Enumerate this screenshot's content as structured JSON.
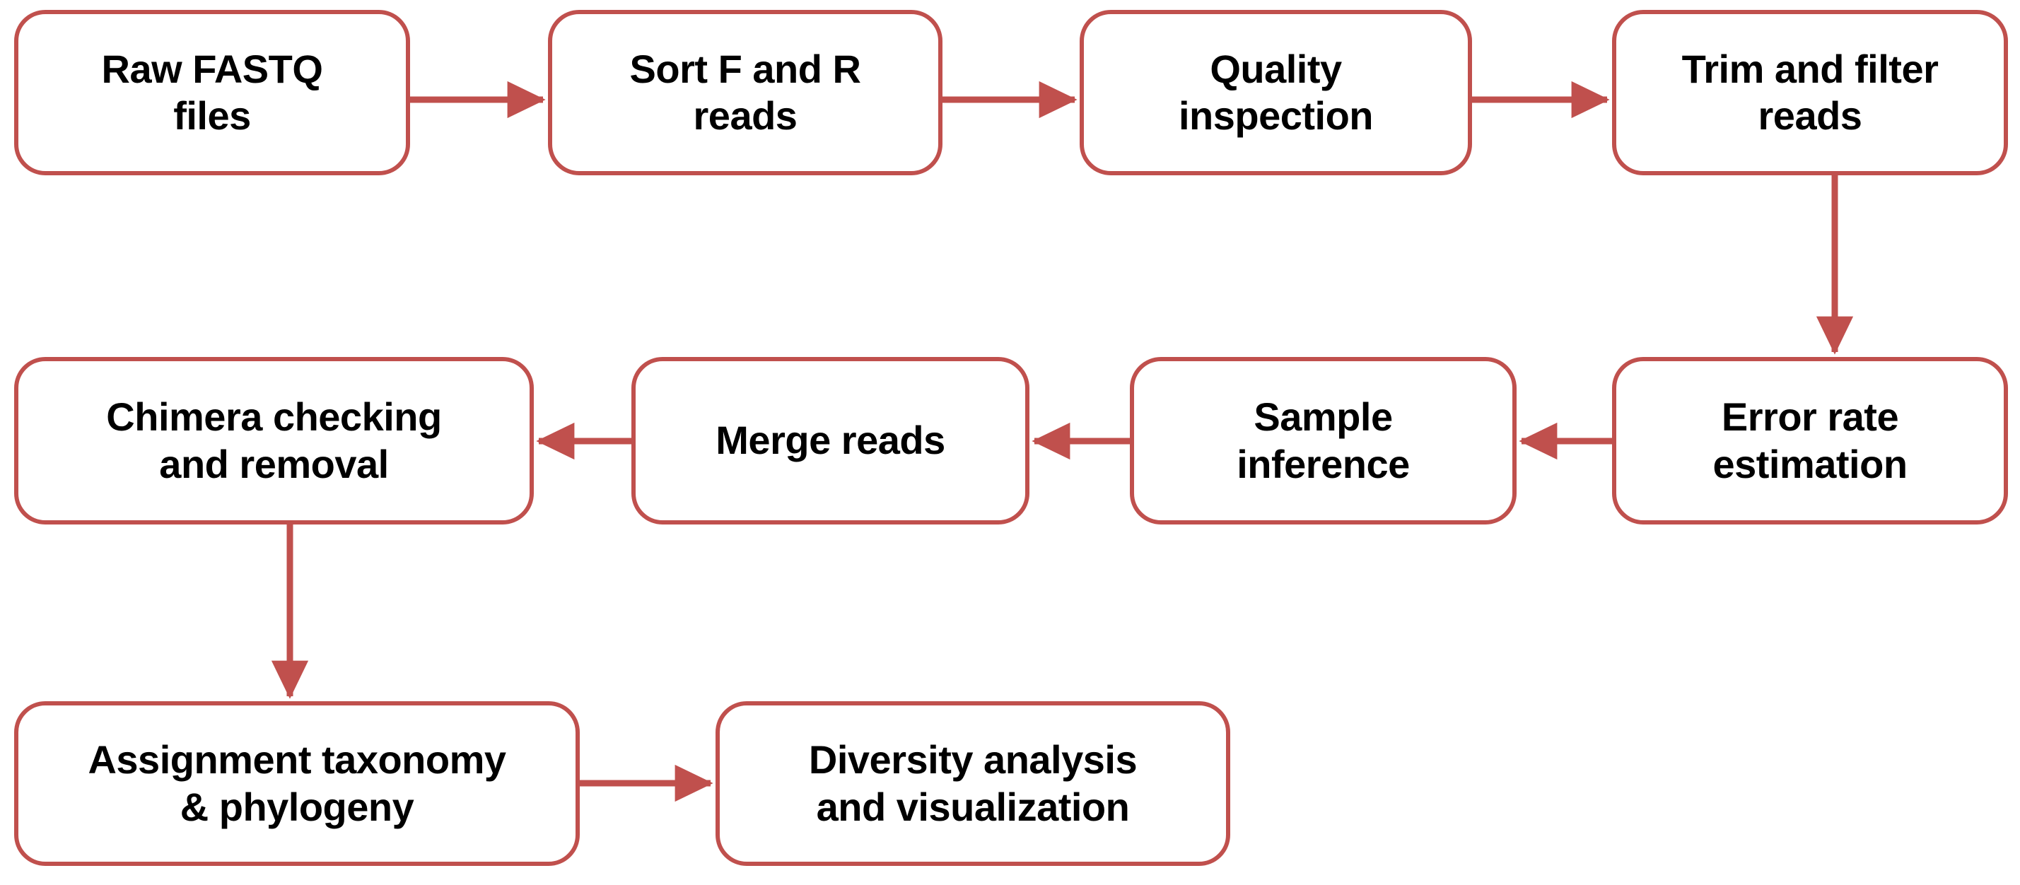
{
  "diagram": {
    "title": "DADA2 16S amplicon sequencing bioinformatics pipeline flowchart",
    "accent_color": "#c0504d",
    "background_color": "#ffffff",
    "text_color": "#000000",
    "nodes": [
      {
        "id": "raw-fastq",
        "label": "Raw FASTQ\nfiles",
        "row": 1,
        "col": 1
      },
      {
        "id": "sort-fr",
        "label": "Sort F and R\nreads",
        "row": 1,
        "col": 2
      },
      {
        "id": "quality",
        "label": "Quality\ninspection",
        "row": 1,
        "col": 3
      },
      {
        "id": "trim-filter",
        "label": "Trim and filter\nreads",
        "row": 1,
        "col": 4
      },
      {
        "id": "chimera",
        "label": "Chimera checking\nand removal",
        "row": 2,
        "col": 1
      },
      {
        "id": "merge",
        "label": "Merge reads",
        "row": 2,
        "col": 2
      },
      {
        "id": "sample-inf",
        "label": "Sample\ninference",
        "row": 2,
        "col": 3
      },
      {
        "id": "error-rate",
        "label": "Error rate\nestimation",
        "row": 2,
        "col": 4
      },
      {
        "id": "assignment",
        "label": "Assignment taxonomy\n& phylogeny",
        "row": 3,
        "col": 1
      },
      {
        "id": "diversity",
        "label": "Diversity analysis\nand visualization",
        "row": 3,
        "col": 2
      }
    ],
    "edges": [
      {
        "from": "raw-fastq",
        "to": "sort-fr",
        "direction": "right"
      },
      {
        "from": "sort-fr",
        "to": "quality",
        "direction": "right"
      },
      {
        "from": "quality",
        "to": "trim-filter",
        "direction": "right"
      },
      {
        "from": "trim-filter",
        "to": "error-rate",
        "direction": "down"
      },
      {
        "from": "error-rate",
        "to": "sample-inf",
        "direction": "left"
      },
      {
        "from": "sample-inf",
        "to": "merge",
        "direction": "left"
      },
      {
        "from": "merge",
        "to": "chimera",
        "direction": "left"
      },
      {
        "from": "chimera",
        "to": "assignment",
        "direction": "down"
      },
      {
        "from": "assignment",
        "to": "diversity",
        "direction": "right"
      }
    ]
  }
}
